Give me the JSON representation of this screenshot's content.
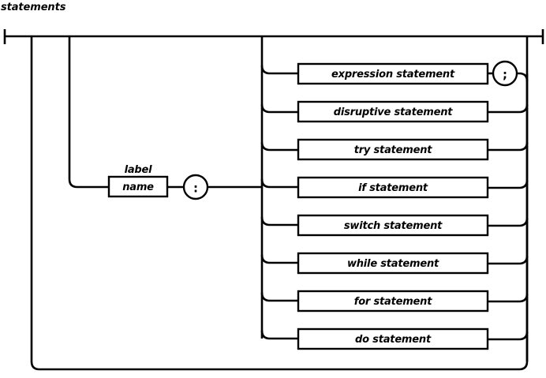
{
  "diagram": {
    "title": "statements",
    "type": "railroad-syntax-diagram",
    "colors": {
      "line": "#000000",
      "background": "#ffffff",
      "text": "#000000"
    },
    "entry_terminal": "|",
    "exit_terminal": "|",
    "label_prefix": {
      "above_text": "label",
      "box_text": "name",
      "separator_token": ":"
    },
    "alternatives": [
      {
        "label": "expression statement",
        "trailing_token": ";"
      },
      {
        "label": "disruptive statement",
        "trailing_token": ""
      },
      {
        "label": "try statement",
        "trailing_token": ""
      },
      {
        "label": "if statement",
        "trailing_token": ""
      },
      {
        "label": "switch statement",
        "trailing_token": ""
      },
      {
        "label": "while statement",
        "trailing_token": ""
      },
      {
        "label": "for statement",
        "trailing_token": ""
      },
      {
        "label": "do statement",
        "trailing_token": ""
      }
    ]
  }
}
